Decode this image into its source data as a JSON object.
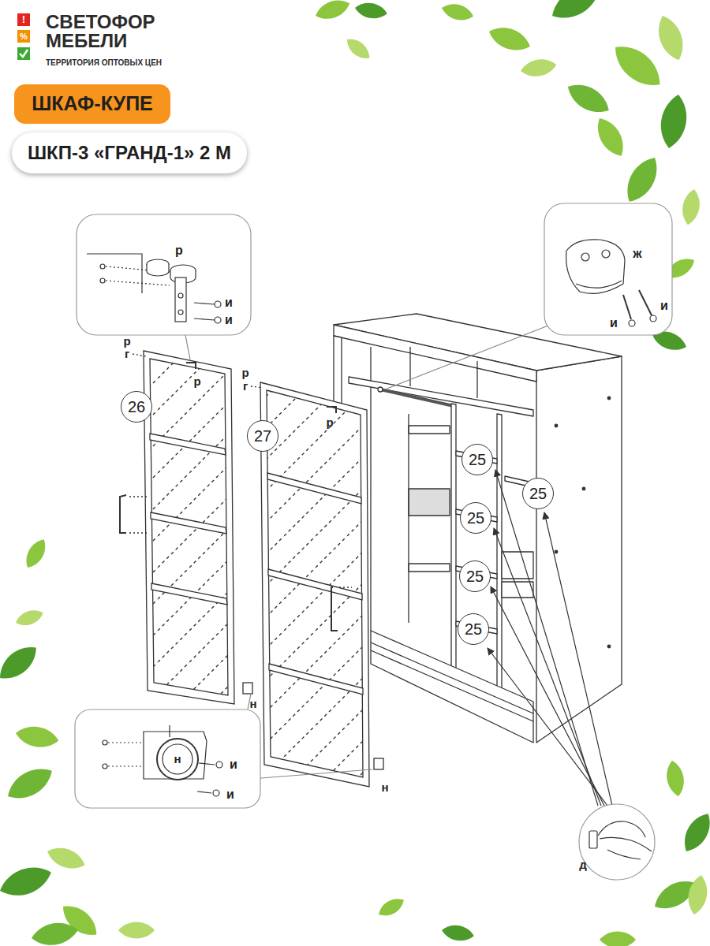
{
  "diagram": {
    "nodes": [
      {
        "text": [
          "ШКАФ-КУПЕ"
        ]
      },
      {
        "text": [
          "ШКП-3 «ГРАНД-1» 2 М"
        ]
      },
      {
        "text": [
          "26"
        ]
      },
      {
        "text": [
          "27"
        ]
      },
      {
        "text": [
          "25"
        ]
      },
      {
        "text": [
          "25"
        ]
      },
      {
        "text": [
          "25"
        ]
      },
      {
        "text": [
          "25"
        ]
      },
      {
        "text": [
          "25"
        ]
      }
    ],
    "labels": [
      "!",
      "%",
      "СВЕТОФОР",
      "МЕБЕЛИ",
      "ТЕРРИТОРИЯ ОПТОВЫХ ЦЕН",
      "р",
      "и",
      "и",
      "ж",
      "и",
      "и",
      "р",
      "г",
      "р",
      "р",
      "г",
      "р",
      "н",
      "н",
      "н",
      "и",
      "и",
      "д"
    ]
  }
}
